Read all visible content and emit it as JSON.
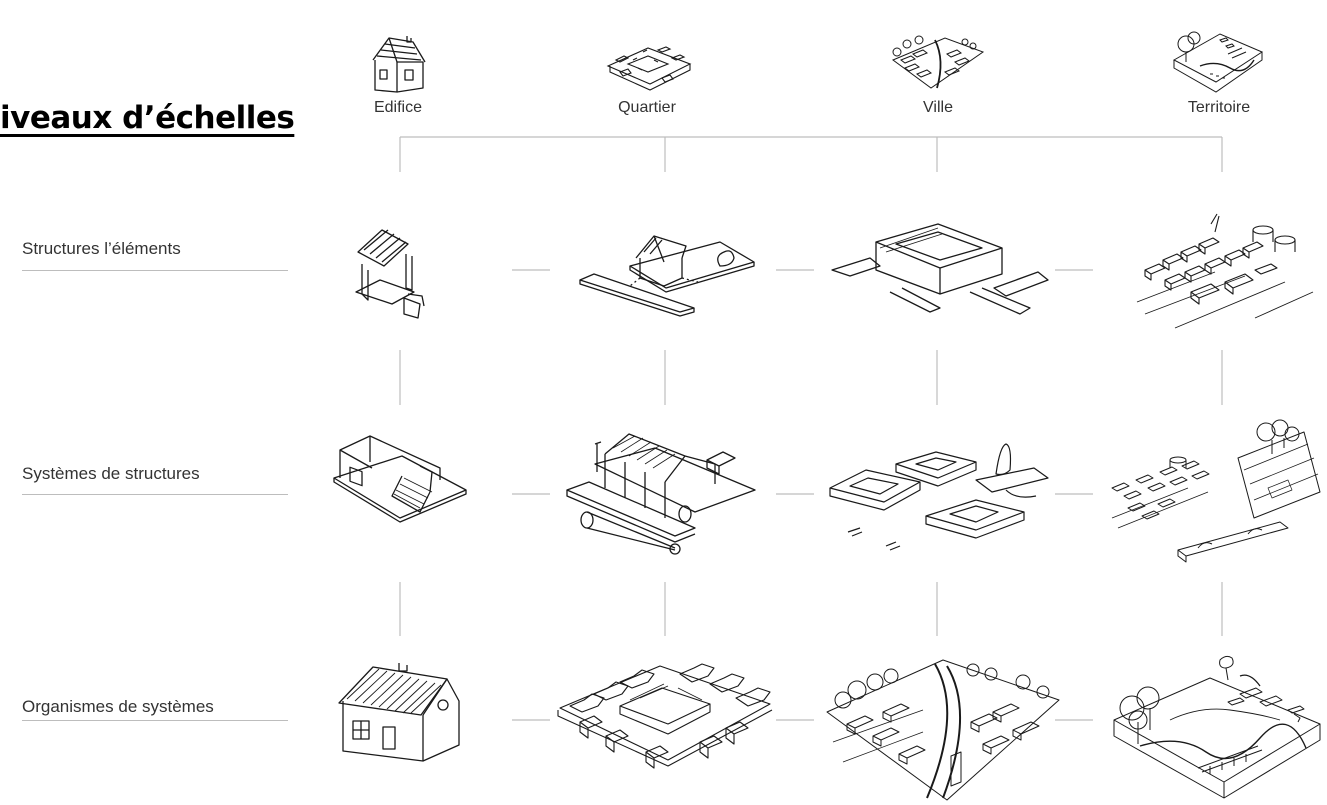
{
  "title": "iveaux d’échelles",
  "columns": [
    {
      "label": "Edifice",
      "icon": "house-icon"
    },
    {
      "label": "Quartier",
      "icon": "block-icon"
    },
    {
      "label": "Ville",
      "icon": "city-icon"
    },
    {
      "label": "Territoire",
      "icon": "territory-icon"
    }
  ],
  "rows": [
    {
      "label": "Structures l’éléments"
    },
    {
      "label": "Systèmes de structures"
    },
    {
      "label": "Organismes de systèmes"
    }
  ],
  "colors": {
    "text": "#333333",
    "title": "#000000",
    "lines": "#bdbdbd",
    "ink": "#1a1a1a"
  }
}
